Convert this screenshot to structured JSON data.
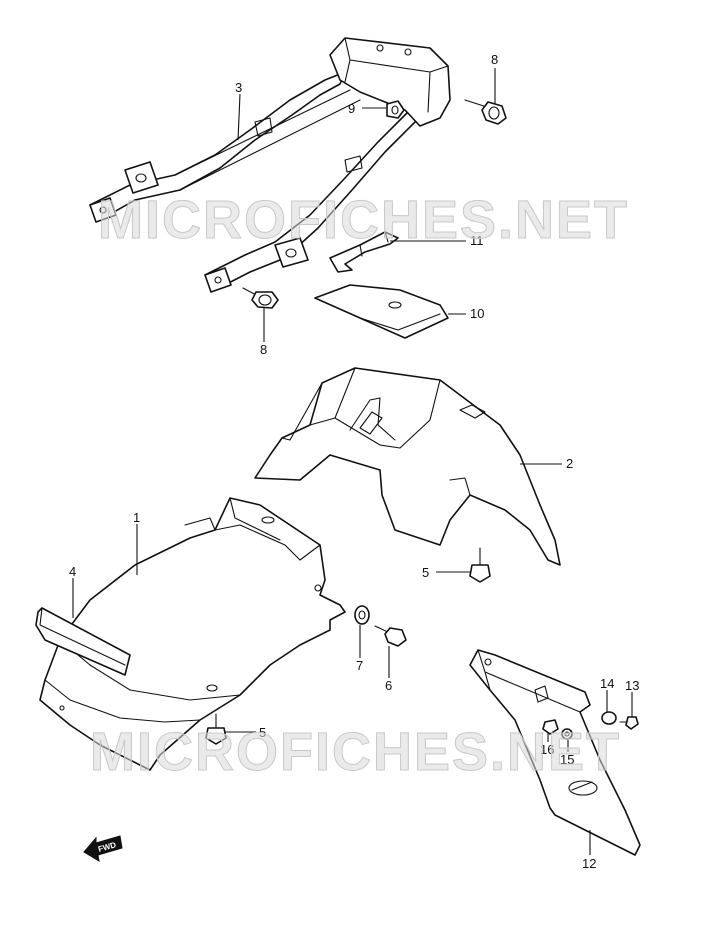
{
  "watermark": "MICROFICHES.NET",
  "fwd_label": "FWD",
  "callouts": [
    "1",
    "2",
    "3",
    "4",
    "5",
    "5",
    "5",
    "6",
    "7",
    "8",
    "8",
    "9",
    "10",
    "11",
    "12",
    "13",
    "14",
    "15",
    "16"
  ]
}
